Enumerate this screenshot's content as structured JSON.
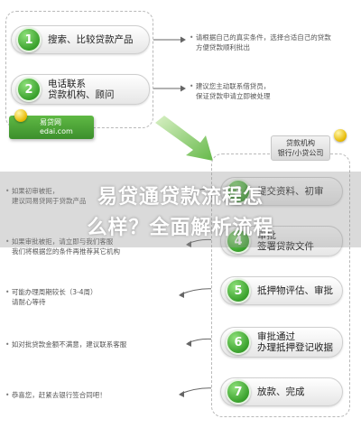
{
  "steps": [
    {
      "num": "1",
      "label": "搜索、比较贷款产品"
    },
    {
      "num": "2",
      "label_line1": "电话联系",
      "label_line2": "贷款机构、顾问"
    },
    {
      "num": "3",
      "label": "提交资料、初审"
    },
    {
      "num": "4",
      "label_line1": "审批",
      "label_line2": "签署贷款文件"
    },
    {
      "num": "5",
      "label": "抵押物评估、审批"
    },
    {
      "num": "6",
      "label_line1": "审批通过",
      "label_line2": "办理抵押登记收据"
    },
    {
      "num": "7",
      "label": "放款、完成"
    }
  ],
  "right_notes": {
    "note1": {
      "line1": "请根据自己的真实条件，选择合适自己的贷款",
      "line2": "方便贷款顺利批出"
    },
    "note2": {
      "line1": "建议您主动联系借贷员，",
      "line2": "保证贷款申请立即被处理"
    }
  },
  "left_notes": {
    "note3": {
      "line1": "如果初审被拒，",
      "line2": "建议同易贷网于贷款产品"
    },
    "note4": {
      "line1": "如果审批被拒，请立即与我们客服",
      "line2": "我们将根据您的条件再推荐其它机构"
    },
    "note5": {
      "line1": "可能办理周期较长（3-4周）",
      "line2": "请耐心等待"
    },
    "note6": {
      "line1": "如对批贷款金额不满意，建议联系客服"
    },
    "note7": {
      "line1": "恭喜您，赶紧去银行签合同吧！"
    }
  },
  "tags": {
    "green_line1": "易贷网",
    "green_line2": "edai.com",
    "gray_line1": "贷款机构",
    "gray_line2": "银行/小贷公司"
  },
  "overlay": {
    "line1": "易贷通贷款流程怎",
    "line2": "么样？全面解析流程"
  },
  "colors": {
    "accent_green": "#3aa12d",
    "panel_border": "#b9b9b9",
    "arrow_green": "#8fd16a"
  }
}
